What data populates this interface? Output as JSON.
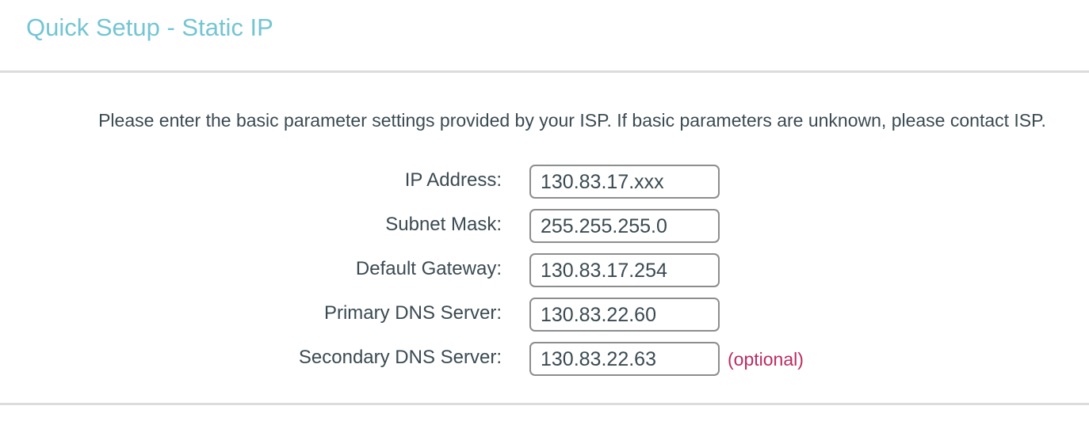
{
  "page": {
    "title": "Quick Setup - Static IP",
    "instruction": "Please enter the basic parameter settings provided by your ISP. If basic parameters are unknown, please contact ISP."
  },
  "form": {
    "fields": [
      {
        "label": "IP Address:",
        "value": "130.83.17.xxx",
        "note": ""
      },
      {
        "label": "Subnet Mask:",
        "value": "255.255.255.0",
        "note": ""
      },
      {
        "label": "Default Gateway:",
        "value": "130.83.17.254",
        "note": ""
      },
      {
        "label": "Primary DNS Server:",
        "value": "130.83.22.60",
        "note": ""
      },
      {
        "label": "Secondary DNS Server:",
        "value": "130.83.22.63",
        "note": "(optional)"
      }
    ]
  },
  "colors": {
    "accent_title": "#74c5d3",
    "body_text": "#3a4a52",
    "optional_note": "#bd2a5f",
    "input_border": "#8d8d8d",
    "divider": "#dcdcdc"
  }
}
